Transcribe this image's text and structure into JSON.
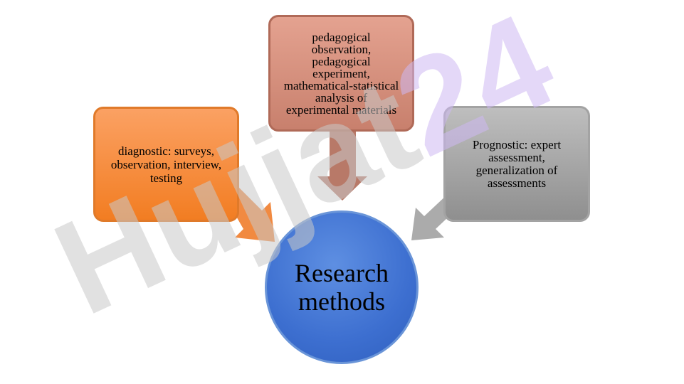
{
  "diagram": {
    "center": {
      "label": "Research\nmethods"
    },
    "top_box": {
      "label": "pedagogical\nobservation,\npedagogical\nexperiment,\nmathematical-statistical\nanalysis of\nexperimental materials"
    },
    "left_box": {
      "label": "diagnostic: surveys,\nobservation, interview,\ntesting"
    },
    "right_box": {
      "label": "Prognostic: expert\nassessment,\ngeneralization of\nassessments"
    }
  },
  "watermark": {
    "text": "Hujjat24"
  },
  "colors": {
    "top_box": "#c8806d",
    "left_box": "#f27d22",
    "right_box": "#a3a3a3",
    "center": "#3d6fd0",
    "watermark_gray": "#c8c8c8",
    "watermark_purple": "#cdb8f2"
  }
}
